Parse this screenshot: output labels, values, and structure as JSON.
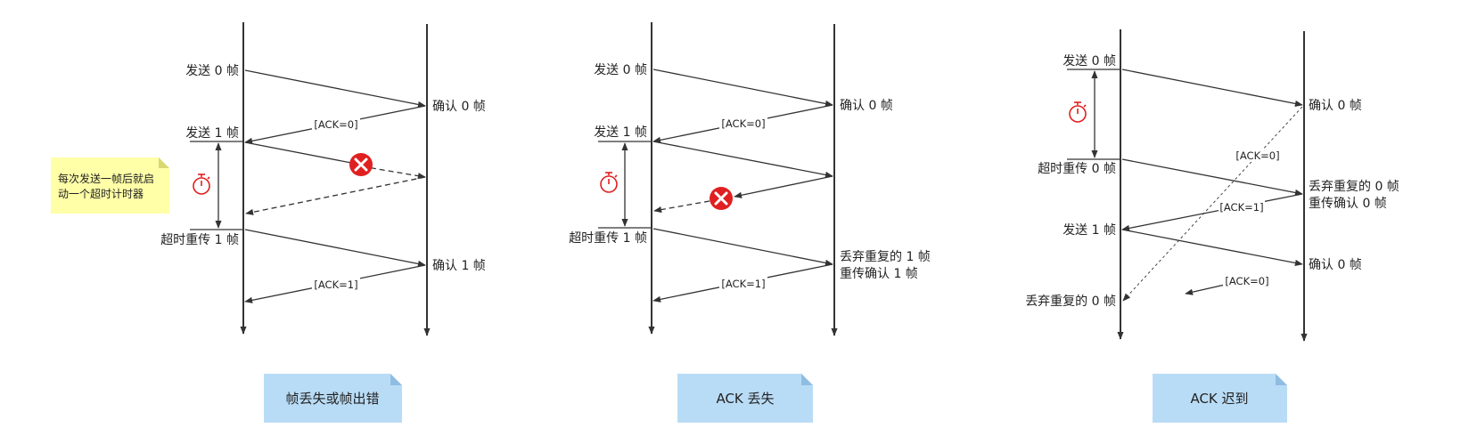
{
  "colors": {
    "line": "#333333",
    "error_red": "#e02020",
    "note_yellow": "#ffffa8",
    "caption_blue": "#b9dcf6"
  },
  "icons": [
    "stopwatch-icon",
    "error-x-icon"
  ],
  "panel1": {
    "caption": "帧丢失或帧出错",
    "note": {
      "line1": "每次发送一帧后就启",
      "line2": "动一个超时计时器"
    },
    "labels": {
      "send0": "发送 0 帧",
      "confirm0": "确认 0 帧",
      "send1": "发送 1 帧",
      "resend1": "超时重传 1 帧",
      "confirm1": "确认 1 帧",
      "ack0": "[ACK=0]",
      "ack1": "[ACK=1]"
    }
  },
  "panel2": {
    "caption": "ACK 丢失",
    "labels": {
      "send0": "发送 0 帧",
      "confirm0": "确认 0 帧",
      "send1": "发送 1 帧",
      "resend1": "超时重传 1 帧",
      "discard_line1": "丢弃重复的 1 帧",
      "discard_line2": "重传确认 1 帧",
      "ack0": "[ACK=0]",
      "ack1": "[ACK=1]"
    }
  },
  "panel3": {
    "caption": "ACK 迟到",
    "labels": {
      "send0": "发送 0 帧",
      "confirm0_a": "确认 0 帧",
      "resend0": "超时重传 0 帧",
      "discard_line1": "丢弃重复的 0 帧",
      "discard_line2": "重传确认 0 帧",
      "send1": "发送 1 帧",
      "confirm0_b": "确认 0 帧",
      "discard_dup": "丢弃重复的 0 帧",
      "ack0_late": "[ACK=0]",
      "ack1": "[ACK=1]",
      "ack0_b": "[ACK=0]"
    }
  }
}
